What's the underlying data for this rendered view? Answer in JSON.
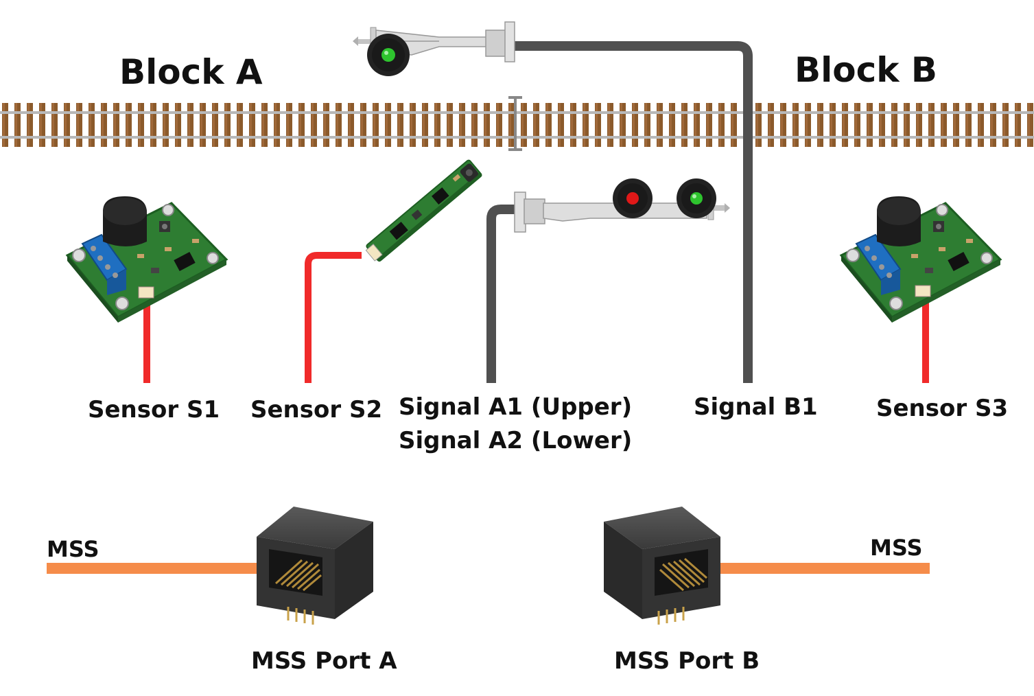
{
  "blocks": {
    "a_label": "Block A",
    "b_label": "Block B"
  },
  "devices": {
    "sensor_s1": "Sensor S1",
    "sensor_s2": "Sensor S2",
    "signal_a1": "Signal A1 (Upper)",
    "signal_a2": "Signal A2 (Lower)",
    "signal_b1": "Signal B1",
    "sensor_s3": "Sensor S3"
  },
  "mss": {
    "left_label": "MSS",
    "right_label": "MSS",
    "port_a": "MSS Port A",
    "port_b": "MSS Port B"
  },
  "icons": [
    "current-sensor-board-icon",
    "optical-sensor-board-icon",
    "signal-head-icon",
    "rj45-jack-icon"
  ],
  "colors": {
    "track_tie": "#8b5a2b",
    "rail": "#b8b8b8",
    "sensor_wire": "#f02a2a",
    "signal_wire": "#505050",
    "mss_wire": "#f58c4a",
    "lamp_green": "#2ec42e",
    "lamp_red": "#e01818",
    "pcb_green": "#2e7d32",
    "terminal_blue": "#1f6fc1"
  }
}
